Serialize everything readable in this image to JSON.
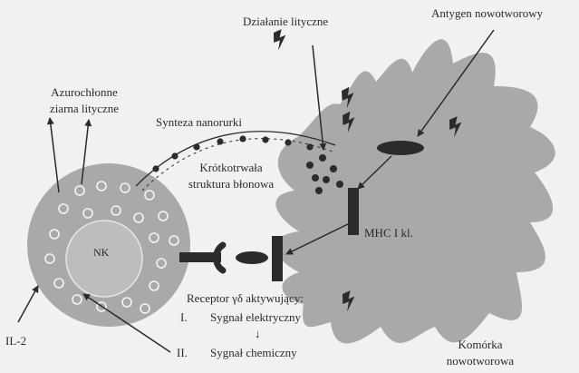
{
  "labels": {
    "lytic_action": "Działanie lityczne",
    "tumor_antigen": "Antygen nowotworowy",
    "azurophilic_line1": "Azurochłonne",
    "azurophilic_line2": "ziarna lityczne",
    "nanotube_synthesis": "Synteza nanorurki",
    "short_lived_line1": "Krótkotrwała",
    "short_lived_line2": "struktura błonowa",
    "nk": "NK",
    "mhc": "MHC I kl.",
    "il2": "IL-2",
    "receptor": "Receptor γδ aktywujący:",
    "signal1_num": "I.",
    "signal1_text": "Sygnał elektryczny",
    "down_arrow": "↓",
    "signal2_num": "II.",
    "signal2_text": "Sygnał chemiczny",
    "tumor_cell_line1": "Komórka",
    "tumor_cell_line2": "nowotworowa"
  },
  "colors": {
    "background": "#f1f1f0",
    "cell_fill": "#a9a9a9",
    "nucleus_fill": "#bdbdbd",
    "dark": "#2b2b2b",
    "text": "#2a2a2a"
  },
  "icons": [
    "lightning-bolt-icon"
  ]
}
